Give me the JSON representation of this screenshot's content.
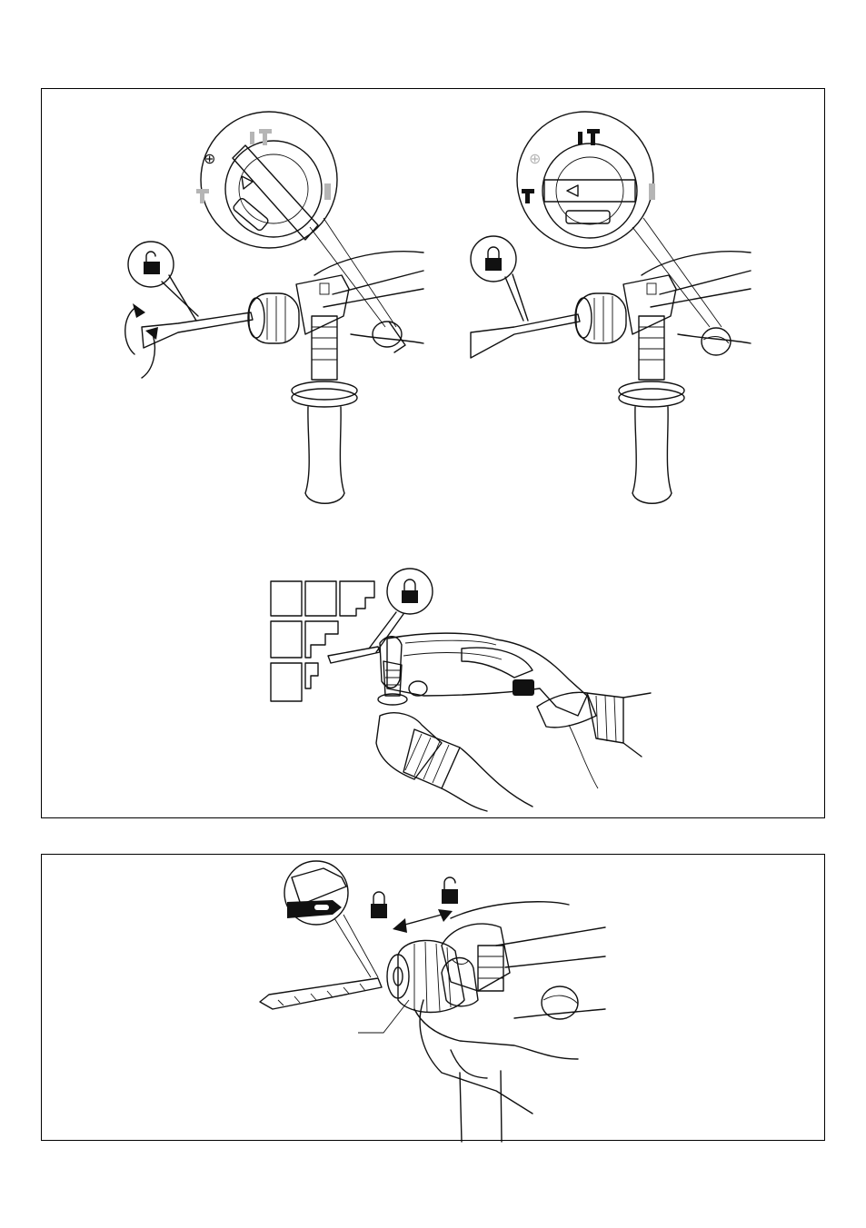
{
  "page": {
    "background": "#ffffff",
    "line_color": "#111111",
    "dial_fill": "#9a9a9a",
    "chuck_fill": "#8c8c8c",
    "faded_symbol": "#b5b5b5"
  },
  "figures": [
    {
      "id": "chisel-rotation-unlocked",
      "icons": [
        "unlock-icon",
        "rotation-arrows-icon",
        "mode-dial-icon"
      ]
    },
    {
      "id": "chisel-rotation-locked",
      "icons": [
        "lock-icon",
        "mode-dial-icon"
      ]
    },
    {
      "id": "chiselling-tiles",
      "icons": [
        "lock-icon",
        "tile-wall"
      ]
    },
    {
      "id": "bit-insertion",
      "icons": [
        "lock-icon",
        "unlock-icon",
        "double-arrow-icon"
      ]
    }
  ]
}
